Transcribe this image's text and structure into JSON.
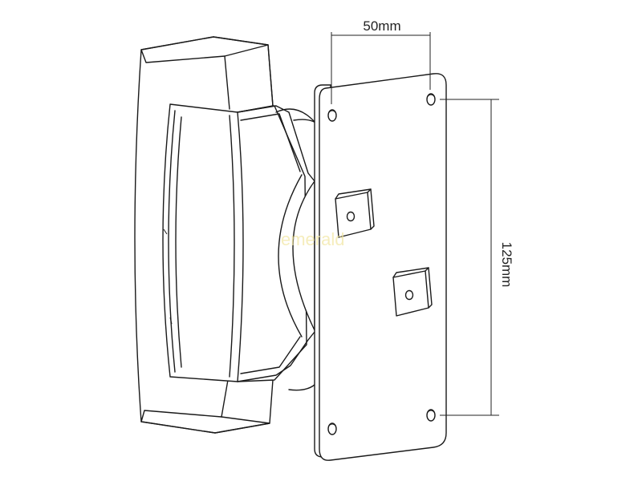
{
  "dimensions": {
    "width_label": "50mm",
    "height_label": "125mm"
  },
  "watermark": "emerald",
  "colors": {
    "line": "#1a1a1a",
    "background": "#ffffff",
    "watermark": "#f2e6a0"
  }
}
